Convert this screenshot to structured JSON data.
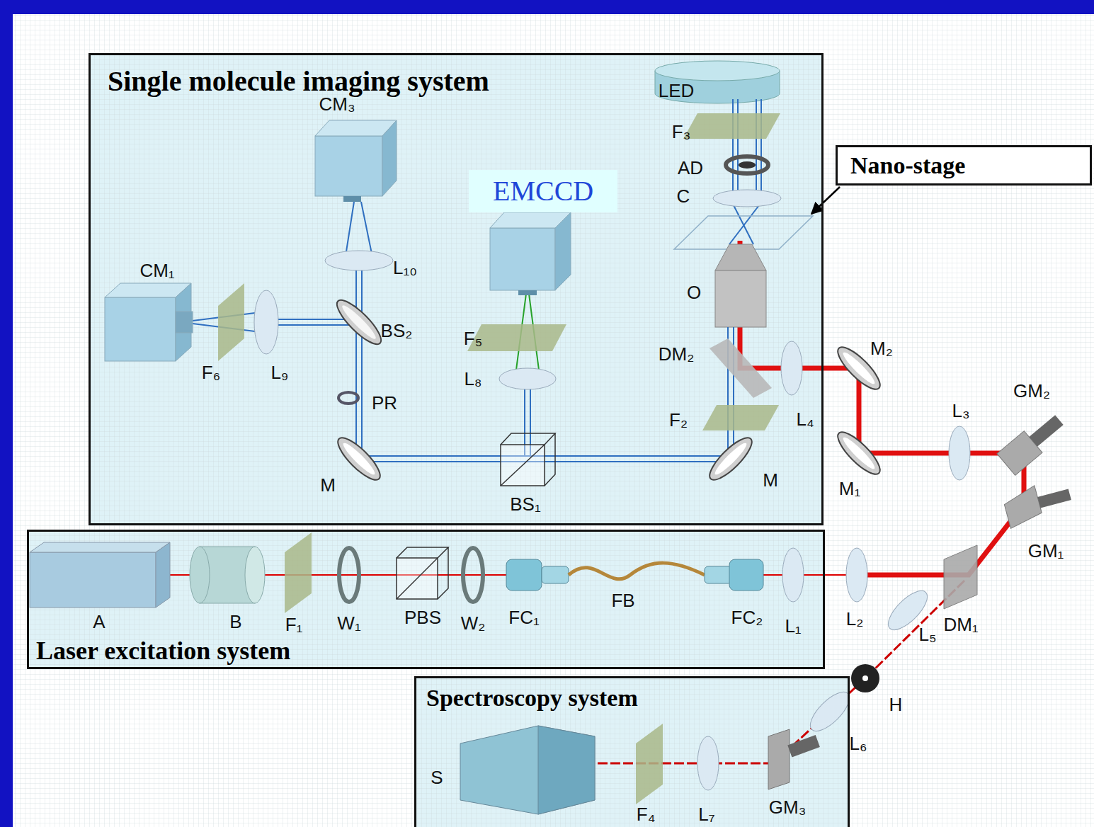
{
  "diagram": {
    "nodes": [
      {
        "text": [
          "Single molecule imaging system"
        ]
      },
      {
        "text": [
          "EMCCD"
        ],
        "in": 0
      },
      {
        "text": [
          "Nano-stage"
        ]
      },
      {
        "text": [
          "Laser excitation system"
        ]
      },
      {
        "text": [
          "Spectroscopy system"
        ]
      }
    ],
    "labels": [
      "CM₃",
      "LED",
      "F₃",
      "AD",
      "C",
      "CM₁",
      "L₁₀",
      "O",
      "BS₂",
      "F₅",
      "DM₂",
      "F₆",
      "L₉",
      "L₈",
      "PR",
      "F₂",
      "L₄",
      "M",
      "BS₁",
      "M",
      "M₂",
      "L₃",
      "GM₂",
      "M₁",
      "GM₁",
      "L₂",
      "DM₁",
      "L₅",
      "H",
      "L₆",
      "A",
      "B",
      "F₁",
      "W₁",
      "PBS",
      "W₂",
      "FC₁",
      "FB",
      "FC₂",
      "L₁",
      "S",
      "F₄",
      "L₇",
      "GM₃"
    ]
  }
}
